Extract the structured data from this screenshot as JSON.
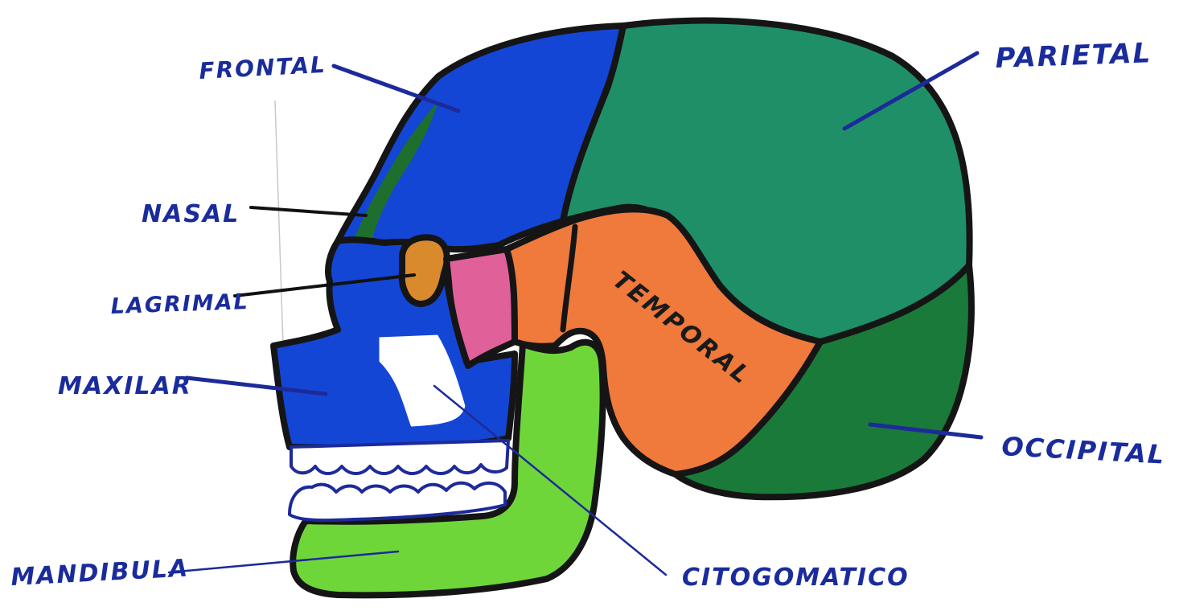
{
  "labels": {
    "frontal": "FRONTAL",
    "parietal": "PARIETAL",
    "nasal": "NASAL",
    "lagrimal": "LAGRIMAL",
    "maxilar": "MAXILAR",
    "temporal": "TEMPORAL",
    "occipital": "OCCIPITAL",
    "mandibula": "MANDIBULA",
    "citogomatico": "CITOGOMATICO"
  },
  "colors": {
    "frontal": "#1446d6",
    "parietal": "#1f8f68",
    "nasal": "#1e6e2e",
    "lagrimal": "#d98a2c",
    "maxilar": "#1446d6",
    "zygomatic": "#e0609a",
    "temporal": "#f0793c",
    "occipital": "#1a7a3a",
    "mandibula": "#6fd63a",
    "outline": "#151515",
    "label_ink": "#1a2c9c"
  }
}
